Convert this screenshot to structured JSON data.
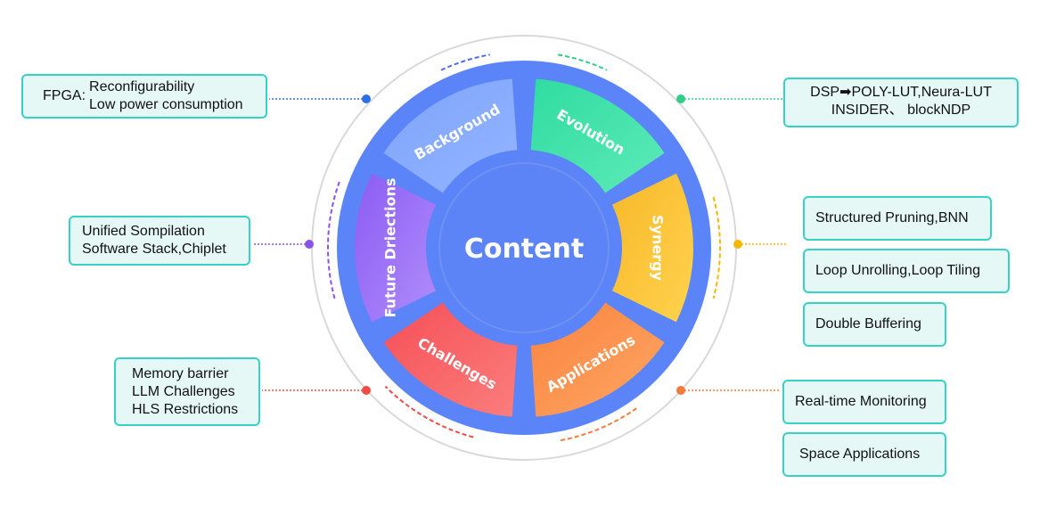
{
  "center": {
    "title": "Content"
  },
  "segments": [
    {
      "label": "Background",
      "color_start": "#7ea4fb",
      "color_end": "#93b4ff"
    },
    {
      "label": "Evolution",
      "color_start": "#2fdca1",
      "color_end": "#5eeab8"
    },
    {
      "label": "Synergy",
      "color_start": "#f8b82a",
      "color_end": "#ffd34e"
    },
    {
      "label": "Applications",
      "color_start": "#f9833f",
      "color_end": "#ffa765"
    },
    {
      "label": "Challenges",
      "color_start": "#f54f57",
      "color_end": "#fb7e7c"
    },
    {
      "label": "Future Driections",
      "color_start": "#8b5cf3",
      "color_end": "#b08dfb"
    }
  ],
  "colors": {
    "wheel": "#5b84f8",
    "inner": "#5c84f6",
    "outer_ring": "#d9d9d9",
    "box_border": "#36d2c5",
    "box_fill": "#e6f8f6"
  },
  "callouts": {
    "fpga": {
      "label": "FPGA:",
      "lines": [
        "Reconfigurability",
        "Low power consumption"
      ],
      "color": "#2f6fe6"
    },
    "dsp": {
      "lines": [
        "DSP➡POLY-LUT,Neura-LUT",
        "INSIDER、 blockNDP"
      ],
      "color": "#2fcf88"
    },
    "unified": {
      "lines": [
        "Unified Sompilation",
        "Software Stack,Chiplet"
      ],
      "color": "#8b54e8"
    },
    "synergy_items": [
      {
        "text": "Structured Pruning,BNN"
      },
      {
        "text": "Loop Unrolling,Loop Tiling"
      },
      {
        "text": "Double Buffering"
      }
    ],
    "synergy_color": "#f5b800",
    "memory": {
      "lines": [
        "Memory barrier",
        "LLM Challenges",
        "HLS Restrictions"
      ],
      "color": "#f04b44"
    },
    "application_items": [
      {
        "text": "Real-time Monitoring"
      },
      {
        "text": "Space Applications"
      }
    ],
    "application_color": "#f57b3a"
  }
}
